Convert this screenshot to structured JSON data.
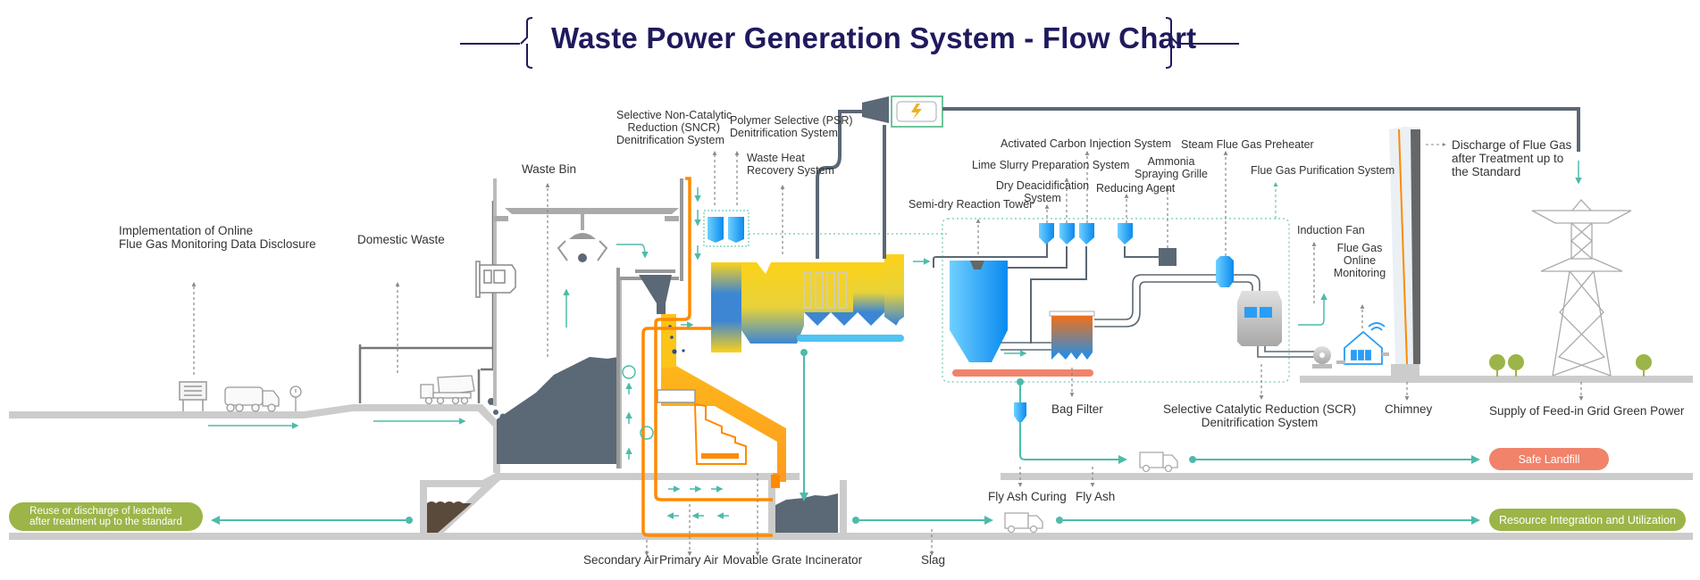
{
  "title": "Waste Power Generation System - Flow Chart",
  "colors": {
    "title": "#1f1a5e",
    "flow_arrow": "#4dbbaa",
    "ground": "#cccccc",
    "pipe_dark": "#5b6875",
    "hot_air": "#ff8a00",
    "furnace_yellow": "#fcc419",
    "blue": "#2f8fe0",
    "green_pill": "#9bb548",
    "orange_pill": "#f0836a"
  },
  "labels": {
    "online_monitoring_disclosure": [
      "Implementation of Online",
      "Flue Gas Monitoring Data Disclosure"
    ],
    "domestic_waste": "Domestic Waste",
    "waste_bin": "Waste Bin",
    "sncr": [
      "Selective Non-Catalytic",
      "Reduction (SNCR)",
      "Denitrification System"
    ],
    "psr": [
      "Polymer Selective (PSR)",
      "Denitrification System"
    ],
    "waste_heat": [
      "Waste Heat",
      "Recovery System"
    ],
    "semi_dry_tower": "Semi-dry Reaction Tower",
    "activated_carbon": "Activated Carbon Injection System",
    "lime_slurry": "Lime Slurry Preparation System",
    "dry_deacid": [
      "Dry Deacidification",
      "System"
    ],
    "reducing_agent": "Reducing Agent",
    "ammonia_grille": [
      "Ammonia",
      "Spraying Grille"
    ],
    "steam_preheater": "Steam Flue Gas Preheater",
    "purification_system": "Flue Gas Purification System",
    "induction_fan": "Induction Fan",
    "online_monitoring": [
      "Flue Gas",
      "Online",
      "Monitoring"
    ],
    "discharge": [
      "Discharge of Flue Gas",
      "after Treatment up to",
      "the Standard"
    ],
    "bag_filter": "Bag Filter",
    "scr": [
      "Selective Catalytic Reduction (SCR)",
      "Denitrification System"
    ],
    "chimney": "Chimney",
    "green_power": "Supply of Feed-in Grid Green Power",
    "fly_ash_curing": "Fly Ash Curing",
    "fly_ash": "Fly Ash",
    "secondary_air": "Secondary Air",
    "primary_air": "Primary Air",
    "grate_incinerator": "Movable Grate Incinerator",
    "slag": "Slag"
  },
  "outcomes": {
    "leachate": [
      "Reuse or discharge of leachate",
      "after treatment up to the standard"
    ],
    "safe_landfill": "Safe Landfill",
    "resource_utilization": "Resource Integration and Utilization"
  },
  "icons": [
    "info-board-icon",
    "garbage-truck-icon",
    "warning-sign-icon",
    "dump-truck-icon",
    "grab-crane-icon",
    "control-room-icon",
    "feed-hopper-icon",
    "steam-turbine-generator-icon",
    "semi-dry-tower-icon",
    "reagent-silo-icon",
    "bag-filter-icon",
    "scr-reactor-icon",
    "induction-fan-icon",
    "monitoring-station-icon",
    "chimney-icon",
    "transmission-tower-icon",
    "tree-icon",
    "ash-truck-icon",
    "leachate-pool-icon"
  ]
}
